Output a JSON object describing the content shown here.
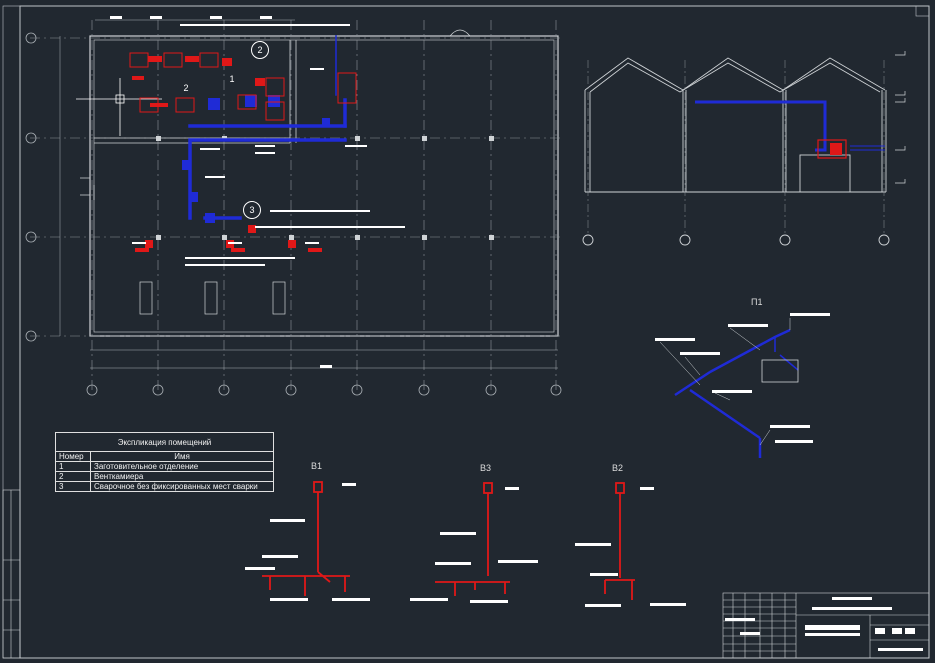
{
  "drawing": {
    "room_tags": [
      "1",
      "2",
      "2",
      "3"
    ],
    "system_titles": [
      "П1",
      "В1",
      "В3",
      "В2"
    ]
  },
  "explication": {
    "title": "Экспликация помещений",
    "col_number": "Номер",
    "col_name": "Имя",
    "rows": [
      {
        "num": "1",
        "name": "Заготовительное отделение"
      },
      {
        "num": "2",
        "name": "Вентками​ера"
      },
      {
        "num": "3",
        "name": "Сварочное без фиксированных мест сварки"
      }
    ]
  },
  "colors": {
    "background": "#212830",
    "lines": "#cfd3d6",
    "supply_duct": "#1f2bd6",
    "exhaust_duct": "#e01818",
    "text": "#e8e8e8"
  }
}
